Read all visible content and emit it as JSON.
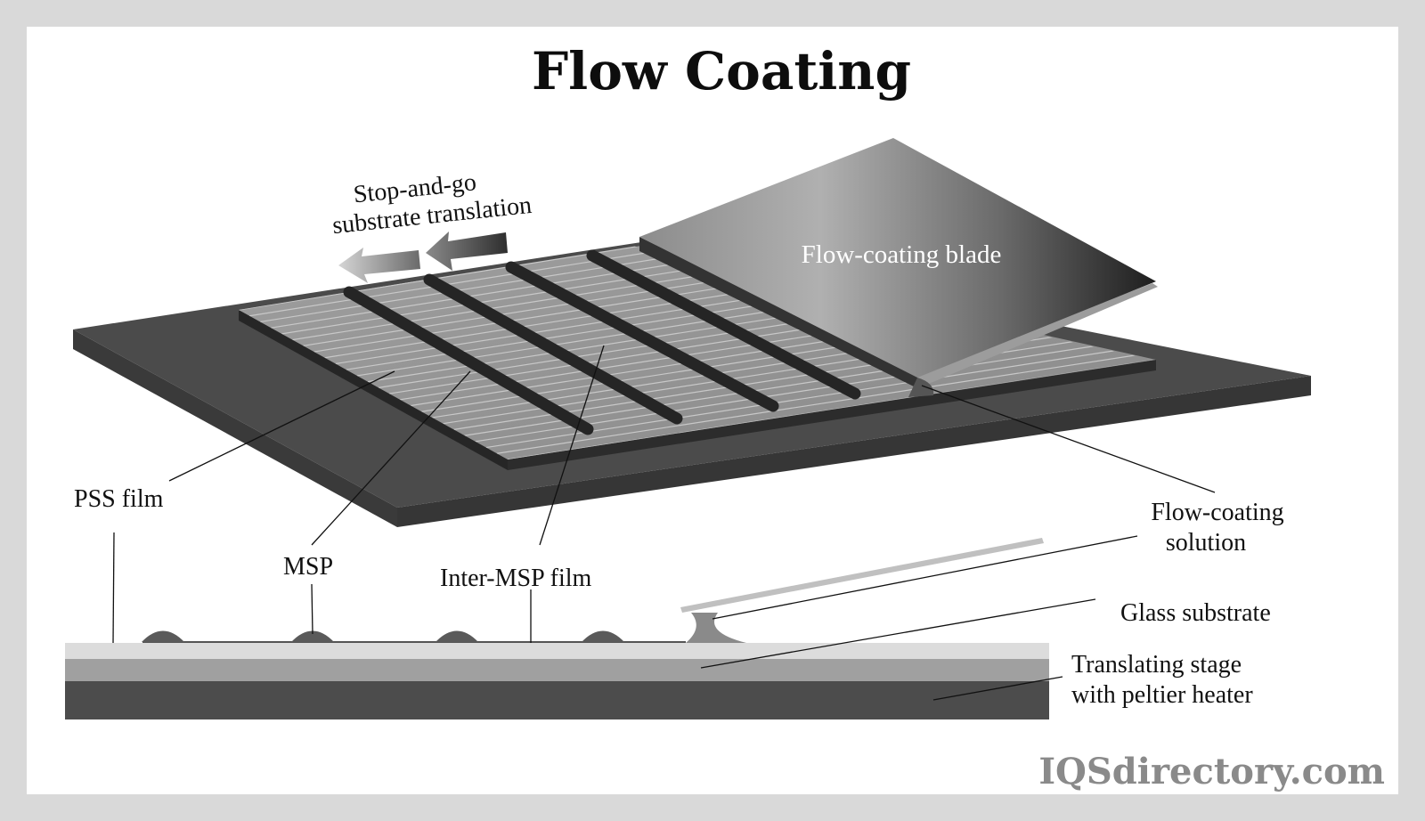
{
  "title": "Flow Coating",
  "labels": {
    "translation_line1": "Stop-and-go",
    "translation_line2": "substrate translation",
    "blade": "Flow-coating blade",
    "pss_film": "PSS film",
    "msp": "MSP",
    "inter_msp_film": "Inter-MSP film",
    "solution_line1": "Flow-coating",
    "solution_line2": "solution",
    "glass_substrate": "Glass substrate",
    "stage_line1": "Translating stage",
    "stage_line2": "with peltier heater"
  },
  "watermark": "IQSdirectory.com",
  "colors": {
    "background_border": "#d9d9d9",
    "panel": "#ffffff",
    "stage_dark": "#4a4a4a",
    "film_light": "#a9a9a9",
    "msp_stripe": "#2a2a2a",
    "glass_layer": "#a0a0a0",
    "pss_layer": "#dcdcdc",
    "watermark": "#8a8a8a"
  }
}
